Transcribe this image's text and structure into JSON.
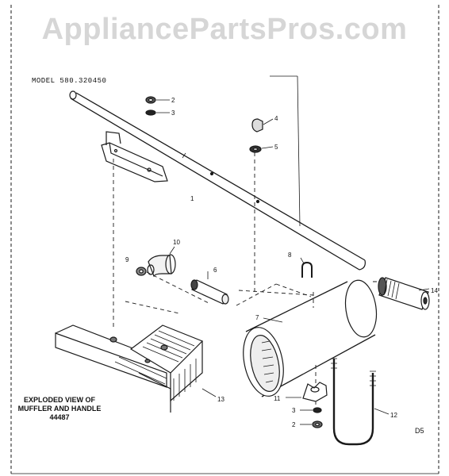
{
  "watermark": "AppliancePartsPros.com",
  "model_label": "MODEL 580.320450",
  "caption": {
    "line1": "EXPLODED VIEW OF",
    "line2": "MUFFLER AND HANDLE",
    "line3": "44487"
  },
  "diagram_code": "D5",
  "callouts": {
    "p1": "1",
    "p2a": "2",
    "p3a": "3",
    "p4": "4",
    "p5": "5",
    "p6": "6",
    "p7": "7",
    "p8": "8",
    "p9": "9",
    "p10": "10",
    "p11": "11",
    "p12": "12",
    "p13": "13",
    "p14": "14",
    "p3b": "3",
    "p2b": "2"
  }
}
